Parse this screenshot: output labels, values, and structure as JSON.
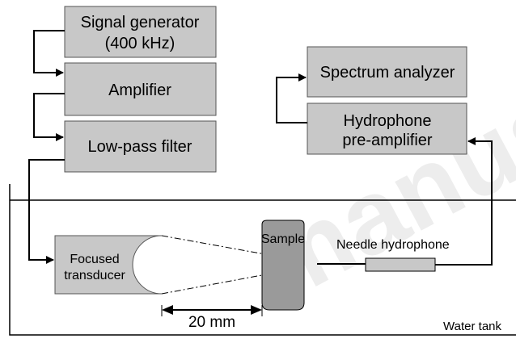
{
  "blocks": {
    "signal_generator": {
      "line1": "Signal generator",
      "line2": "(400 kHz)"
    },
    "amplifier": "Amplifier",
    "low_pass_filter": "Low-pass filter",
    "spectrum_analyzer": "Spectrum analyzer",
    "hydrophone_preamp": {
      "line1": "Hydrophone",
      "line2": "pre-amplifier"
    },
    "focused_transducer": {
      "line1": "Focused",
      "line2": "transducer"
    },
    "sample": "Sample"
  },
  "labels": {
    "needle_hydrophone": "Needle hydrophone",
    "distance": "20 mm",
    "water_tank": "Water tank"
  },
  "watermark": "manuscript",
  "colors": {
    "block_fill": "#c8c8c8",
    "sample_fill": "#9a9a9a",
    "watermark": "#eeeeee",
    "line": "#000000"
  }
}
